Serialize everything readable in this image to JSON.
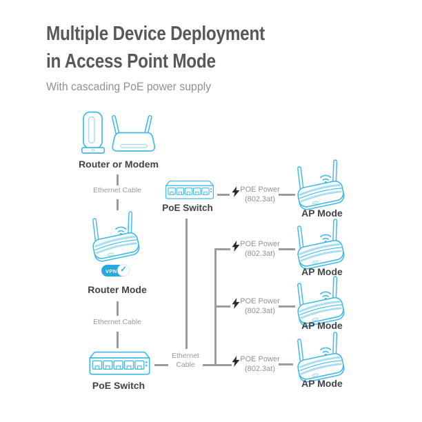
{
  "header": {
    "title_line1": "Multiple Device Deployment",
    "title_line2": "in Access Point Mode",
    "subtitle": "With cascading PoE power supply"
  },
  "colors": {
    "device_blue": "#3eb9e8",
    "device_blue_light": "#a6def4",
    "vpn_badge_blue": "#25a9e0",
    "title_gray": "#56585c",
    "label_dark": "#404348",
    "connector_gray": "#9b9b9b",
    "caption_gray": "#97999c",
    "bolt_black": "#2a2a2a"
  },
  "left_column": {
    "router_or_modem": {
      "label": "Router or Modem"
    },
    "ethernet_cable_top": {
      "label": "Ethernet Cable"
    },
    "router_mode": {
      "label": "Router Mode",
      "vpn_badge": "VPN",
      "vpn_check_icon": "✓"
    },
    "ethernet_cable_bottom": {
      "label": "Ethernet Cable"
    },
    "poe_switch": {
      "label": "PoE Switch"
    }
  },
  "middle_column": {
    "poe_switch_top": {
      "label": "PoE Switch"
    },
    "ethernet_cable": {
      "label": "Ethernet Cable"
    }
  },
  "right_column": {
    "poe_rows": [
      {
        "power": "POE Power",
        "standard": "(802.3at)",
        "device": "AP Mode"
      },
      {
        "power": "POE Power",
        "standard": "(802.3at)",
        "device": "AP Mode"
      },
      {
        "power": "POE Power",
        "standard": "(802.3at)",
        "device": "AP Mode"
      },
      {
        "power": "POE Power",
        "standard": "(802.3at)",
        "device": "AP Mode"
      }
    ]
  }
}
